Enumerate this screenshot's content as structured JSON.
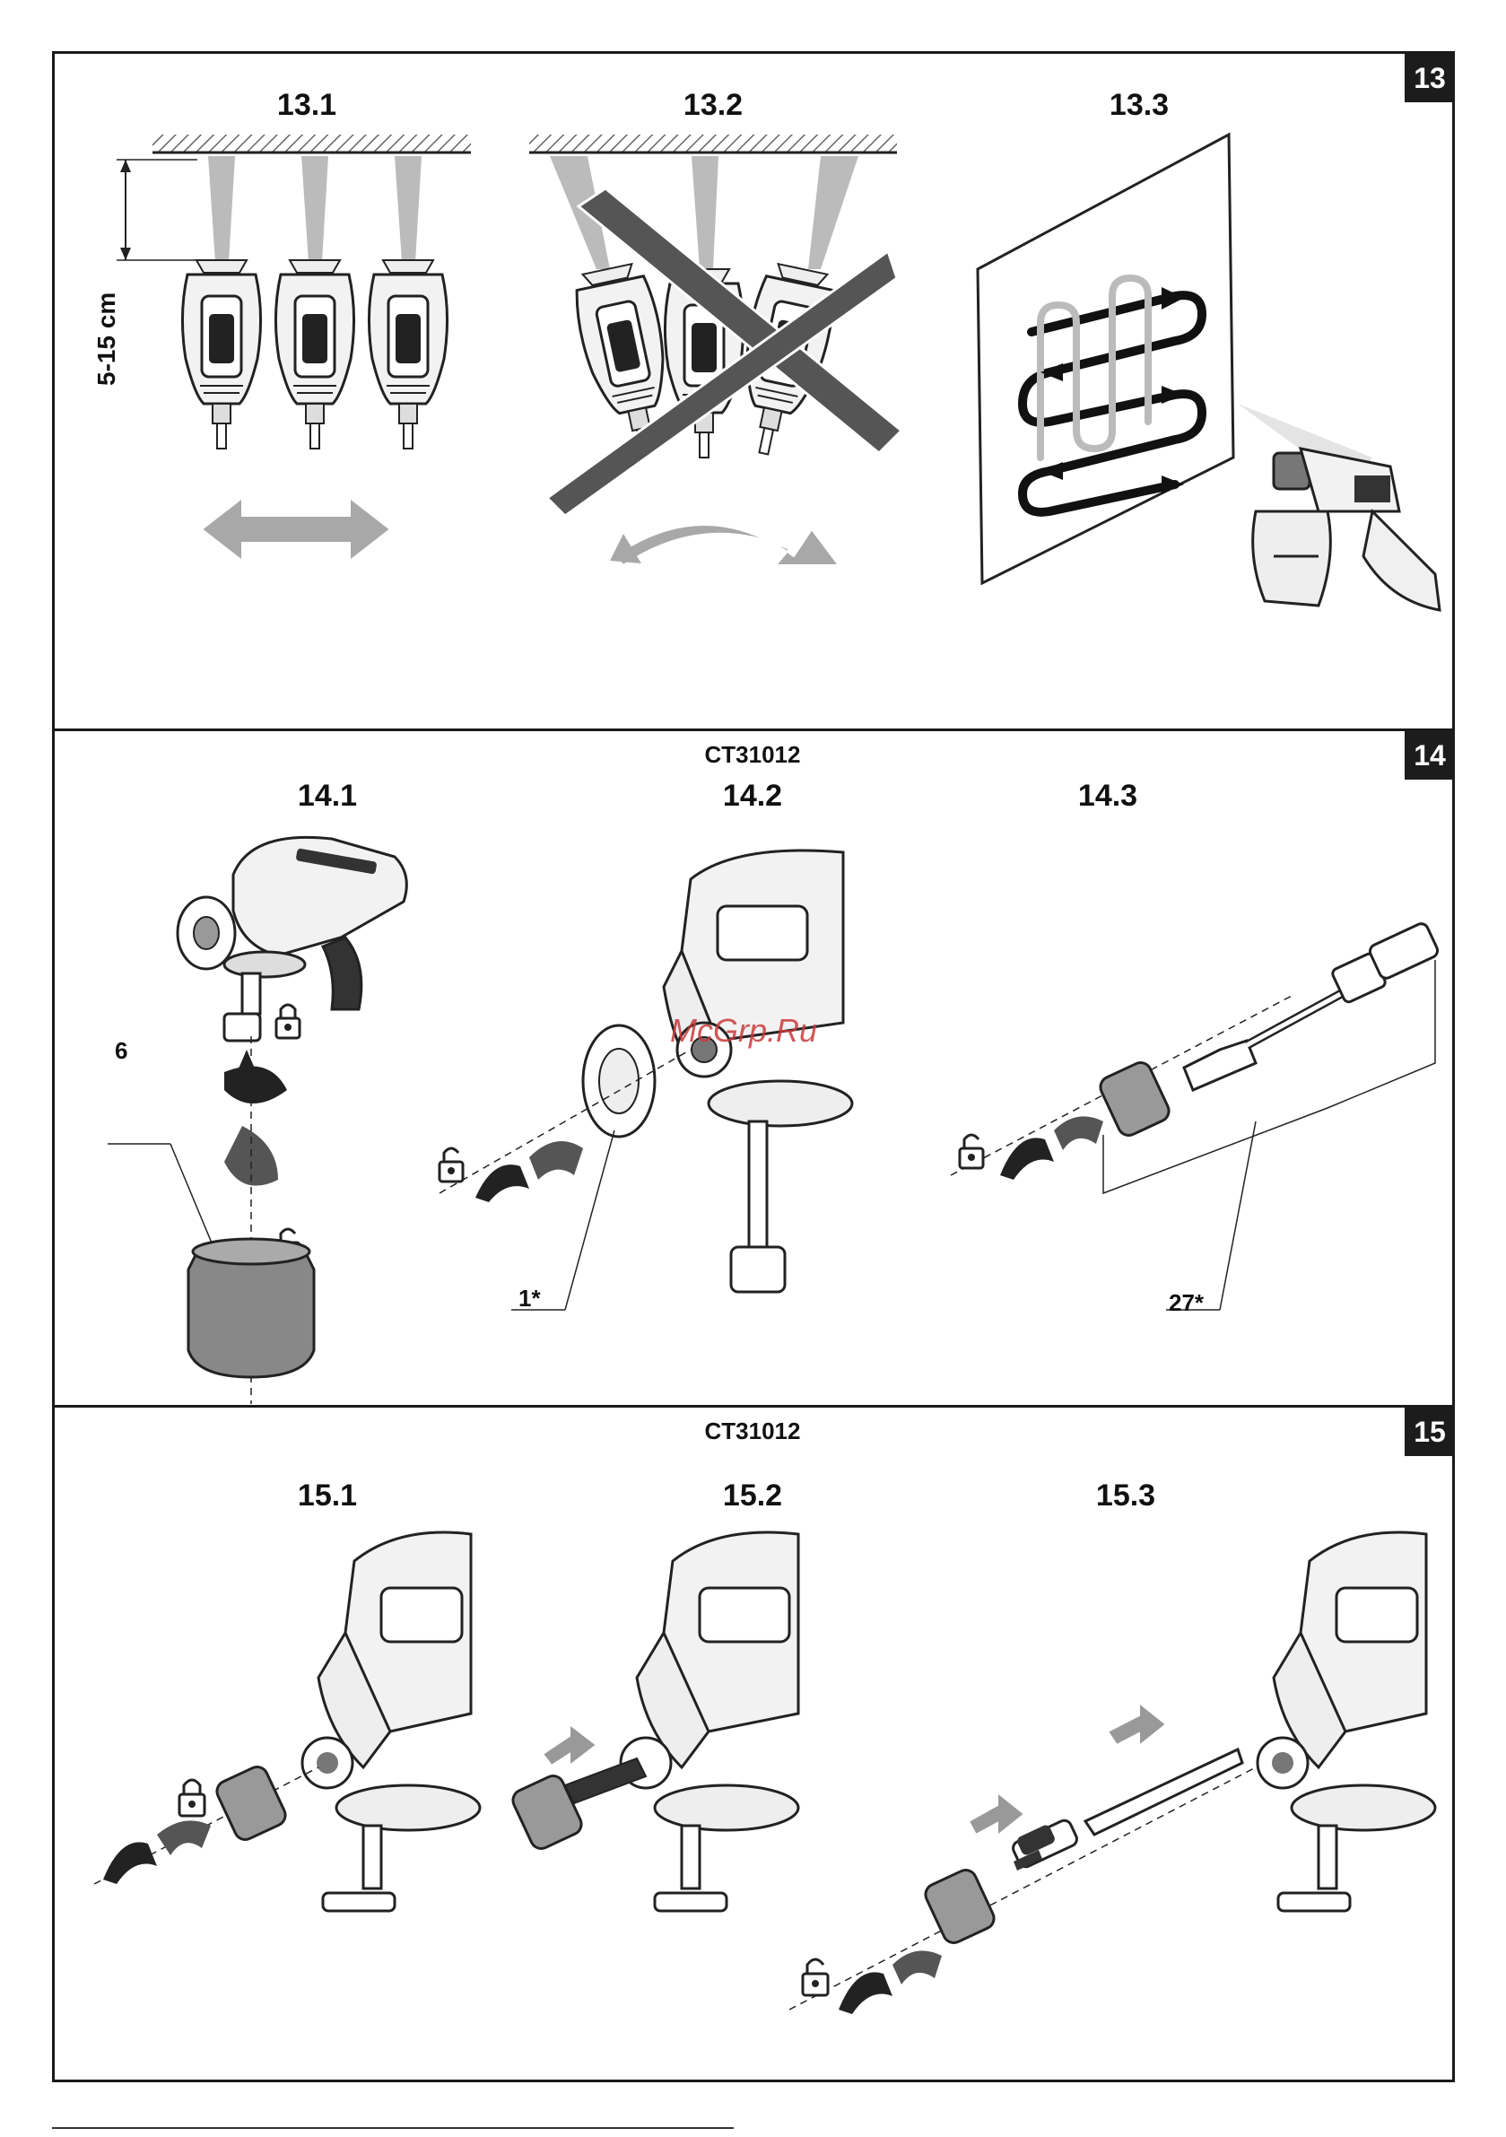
{
  "sections": [
    {
      "badge": "13",
      "model": "",
      "steps": [
        "13.1",
        "13.2",
        "13.3"
      ],
      "distance_label": "5-15 cm"
    },
    {
      "badge": "14",
      "model": "CT31012",
      "steps": [
        "14.1",
        "14.2",
        "14.3"
      ],
      "callouts": [
        "6",
        "1*",
        "27*"
      ]
    },
    {
      "badge": "15",
      "model": "CT31012",
      "steps": [
        "15.1",
        "15.2",
        "15.3"
      ]
    }
  ],
  "watermark": "McGrp.Ru",
  "icons": [
    "lock-icon",
    "unlock-icon",
    "rotate-arrow-icon",
    "double-arrow-icon",
    "pull-arrow-icon",
    "spray-gun-icon"
  ]
}
